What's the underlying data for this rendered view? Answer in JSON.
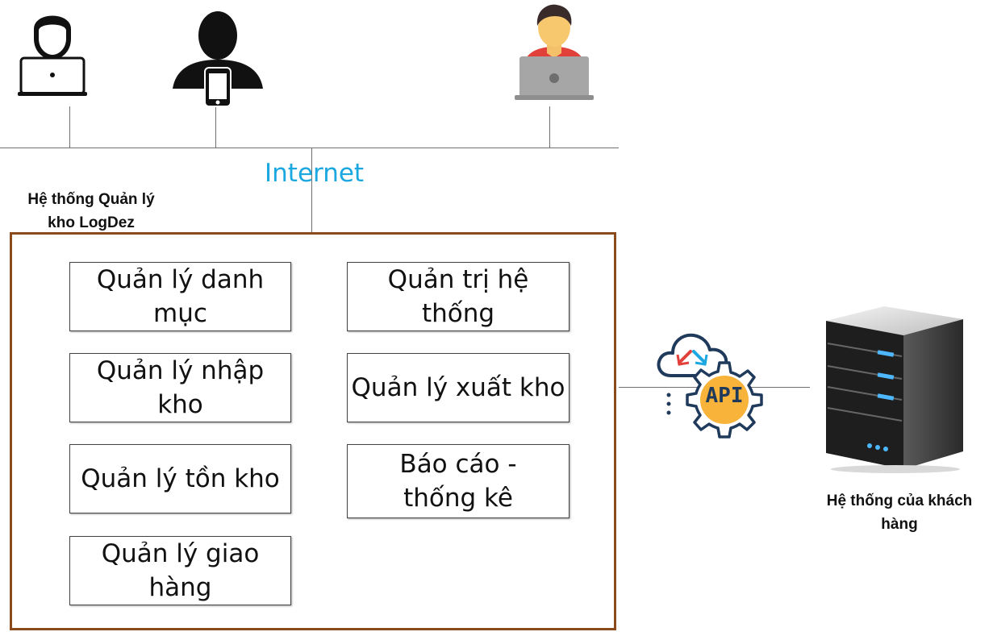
{
  "network": {
    "label": "Internet"
  },
  "system": {
    "title": "Hệ thống Quản lý kho LogDez",
    "modules": [
      "Quản lý danh mục",
      "Quản trị hệ thống",
      "Quản lý nhập kho",
      "Quản lý xuất kho",
      "Quản lý tồn kho",
      "Báo cáo - thống kê",
      "Quản lý giao hàng"
    ]
  },
  "api": {
    "label": "API"
  },
  "client": {
    "label": "Hệ thống của khách hàng"
  },
  "colors": {
    "internet": "#1ba8e0",
    "frame": "#8a4a1c",
    "api_gear": "#f8b33a",
    "cloud": "#1f3a5a"
  },
  "icons": [
    "user-laptop-icon",
    "user-phone-icon",
    "user-avatar-laptop-icon",
    "cloud-sync-icon",
    "api-gear-icon",
    "server-icon"
  ]
}
